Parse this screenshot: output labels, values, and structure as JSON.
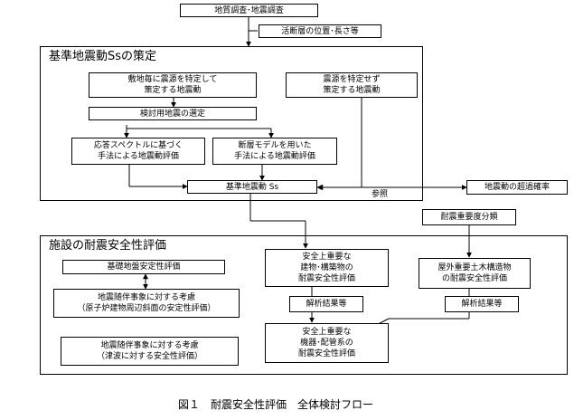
{
  "top": {
    "geology_survey": "地質調査･地震調査",
    "active_fault": "活断層の位置･長さ等"
  },
  "section_ss": {
    "title": "基準地震動Ssの策定",
    "site_specific": "敷地毎に震源を特定して\n策定する地震動",
    "non_specific": "震源を特定せず\n策定する地震動",
    "select_eq": "検討用地震の選定",
    "response_spectrum": "応答スペクトルに基づく\n手法による地震動評価",
    "fault_model": "断層モデルを用いた\n手法による地震動評価",
    "ss": "基準地震動 Ss",
    "reference": "参照",
    "exceedance": "地震動の超過確率"
  },
  "importance": "耐震重要度分類",
  "section_eval": {
    "title": "施設の耐震安全性評価",
    "foundation": "基礎地盤安定性評価",
    "slope": "地震随伴事象に対する考慮\n（原子炉建物周辺斜面の安定性評価）",
    "tsunami": "地震随伴事象に対する考慮\n（津波に対する安全性評価）",
    "building": "安全上重要な\n建物･構築物の\n耐震安全性評価",
    "analysis1": "解析結果等",
    "equipment": "安全上重要な\n機器･配管系の\n耐震安全性評価",
    "civil": "屋外重要土木構造物\nの耐震安全性評価",
    "analysis2": "解析結果等"
  },
  "caption": "図１　耐震安全性評価　全体検討フロー"
}
